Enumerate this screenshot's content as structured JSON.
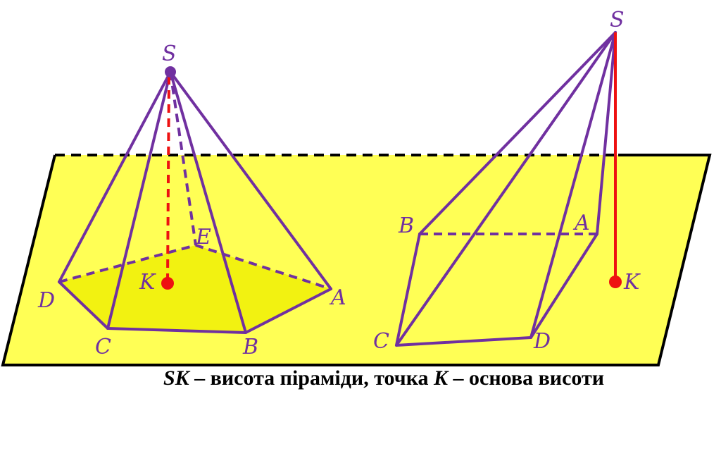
{
  "colors": {
    "plane_fill": "#ffff55",
    "plane_edge": "#000000",
    "base_fill": "#f2f211",
    "edges": "#7030a0",
    "height": "#ee1111",
    "labels": "#7030a0"
  },
  "left_pyramid": {
    "apex": "S",
    "base_vertices": [
      "A",
      "B",
      "C",
      "D",
      "E"
    ],
    "foot": "K"
  },
  "right_pyramid": {
    "apex": "S",
    "base_vertices": [
      "A",
      "B",
      "C",
      "D"
    ],
    "foot": "K"
  },
  "caption": {
    "sk": "SK",
    "part1": " – висота піраміди, точка ",
    "k": "K",
    "part2": " – основа висоти"
  }
}
